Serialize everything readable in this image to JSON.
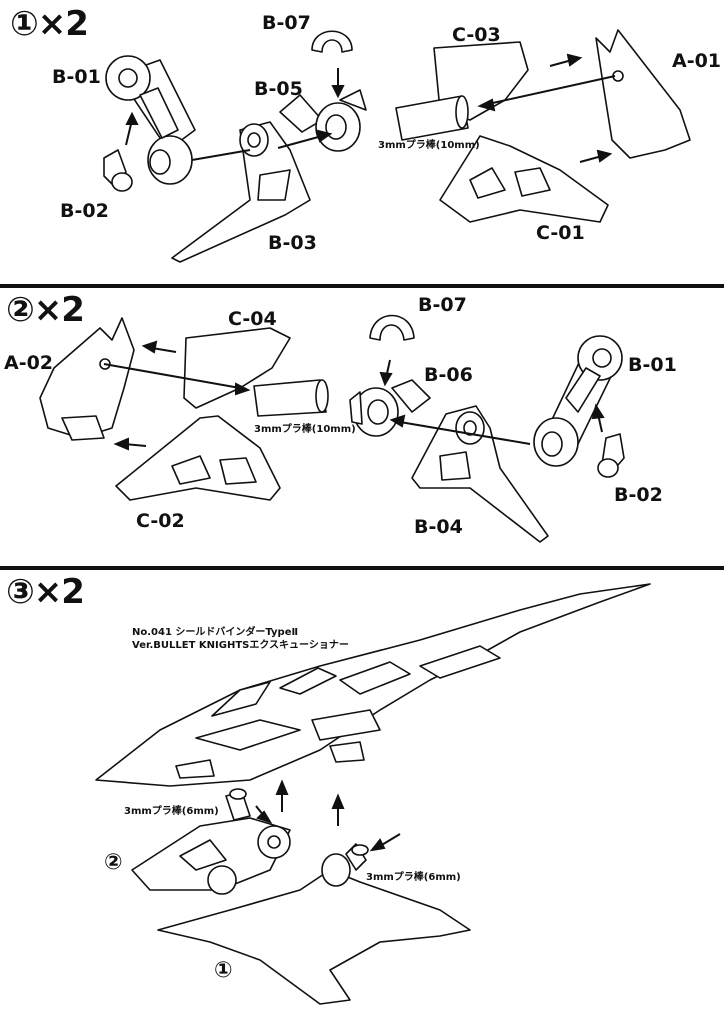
{
  "step1": {
    "heading": "①×2",
    "labels": {
      "b01": "B-01",
      "b02": "B-02",
      "b07": "B-07",
      "b05": "B-05",
      "b03": "B-03",
      "c03": "C-03",
      "a01": "A-01",
      "c01": "C-01"
    },
    "rod_label": "3mmプラ棒(10mm)"
  },
  "step2": {
    "heading": "②×2",
    "labels": {
      "a02": "A-02",
      "c04": "C-04",
      "c02": "C-02",
      "b07": "B-07",
      "b06": "B-06",
      "b01": "B-01",
      "b02": "B-02",
      "b04": "B-04"
    },
    "rod_label": "3mmプラ棒(10mm)"
  },
  "step3": {
    "heading": "③×2",
    "product_line1": "No.041 シールドバインダーTypeⅡ",
    "product_line2": "Ver.BULLET KNIGHTSエクスキューショナー",
    "rod_label_left": "3mmプラ棒(6mm)",
    "rod_label_right": "3mmプラ棒(6mm)",
    "sub_assembly_2": "②",
    "sub_assembly_1": "①"
  },
  "colors": {
    "ink": "#111111",
    "paper": "#ffffff",
    "fill": "#ffffff"
  },
  "icons": [
    "arrow-icon"
  ]
}
